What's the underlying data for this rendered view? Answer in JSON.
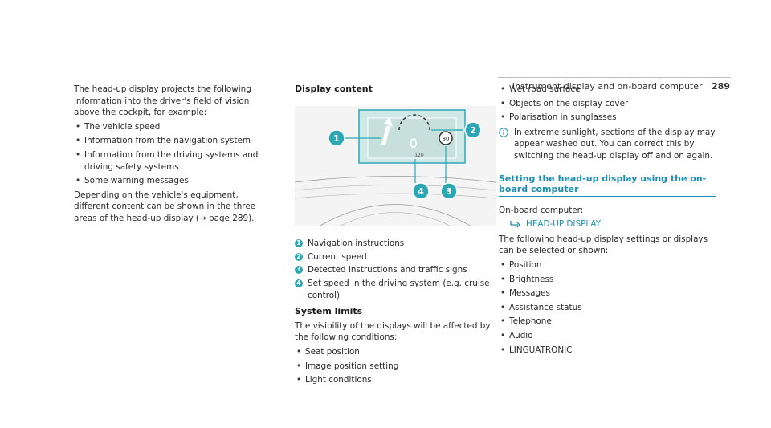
{
  "header": {
    "title": "Instrument display and on-board computer",
    "page": "289"
  },
  "col1": {
    "intro": "The head-up display projects the following information into the driver's field of vision above the cockpit, for example:",
    "items": [
      "The vehicle speed",
      "Information from the navigation system",
      "Information from the driving systems and driving safety systems",
      "Some warning messages"
    ],
    "outro": "Depending on the vehicle's equipment, different content can be shown in the three areas of the head-up display (→ page 289)."
  },
  "col2": {
    "heading": "Display content",
    "figure": {
      "speed_limit": "80",
      "set_speed": "120"
    },
    "legend": [
      {
        "n": "1",
        "text": "Navigation instructions"
      },
      {
        "n": "2",
        "text": "Current speed"
      },
      {
        "n": "3",
        "text": "Detected instructions and traffic signs"
      },
      {
        "n": "4",
        "text": "Set speed in the driving system (e.g. cruise control)"
      }
    ],
    "heading2": "System limits",
    "limits_intro": "The visibility of the displays will be affected by the following conditions:",
    "limits": [
      "Seat position",
      "Image position setting",
      "Light conditions"
    ]
  },
  "col3": {
    "items": [
      "Wet road surface",
      "Objects on the display cover",
      "Polarisation in sunglasses"
    ],
    "note": "In extreme sunlight, sections of the display may appear washed out. You can correct this by switching the head-up display off and on again.",
    "section_title": "Setting the head-up display using the on-board computer",
    "computer_label": "On-board computer:",
    "menu_path": "HEAD-UP DISPLAY",
    "settings_intro": "The following head-up display settings or displays can be selected or shown:",
    "settings": [
      "Position",
      "Brightness",
      "Messages",
      "Assistance status",
      "Telephone",
      "Audio",
      "LINGUATRONIC"
    ]
  },
  "colors": {
    "accent": "#1b8fb3",
    "callout": "#2ea7b5"
  }
}
